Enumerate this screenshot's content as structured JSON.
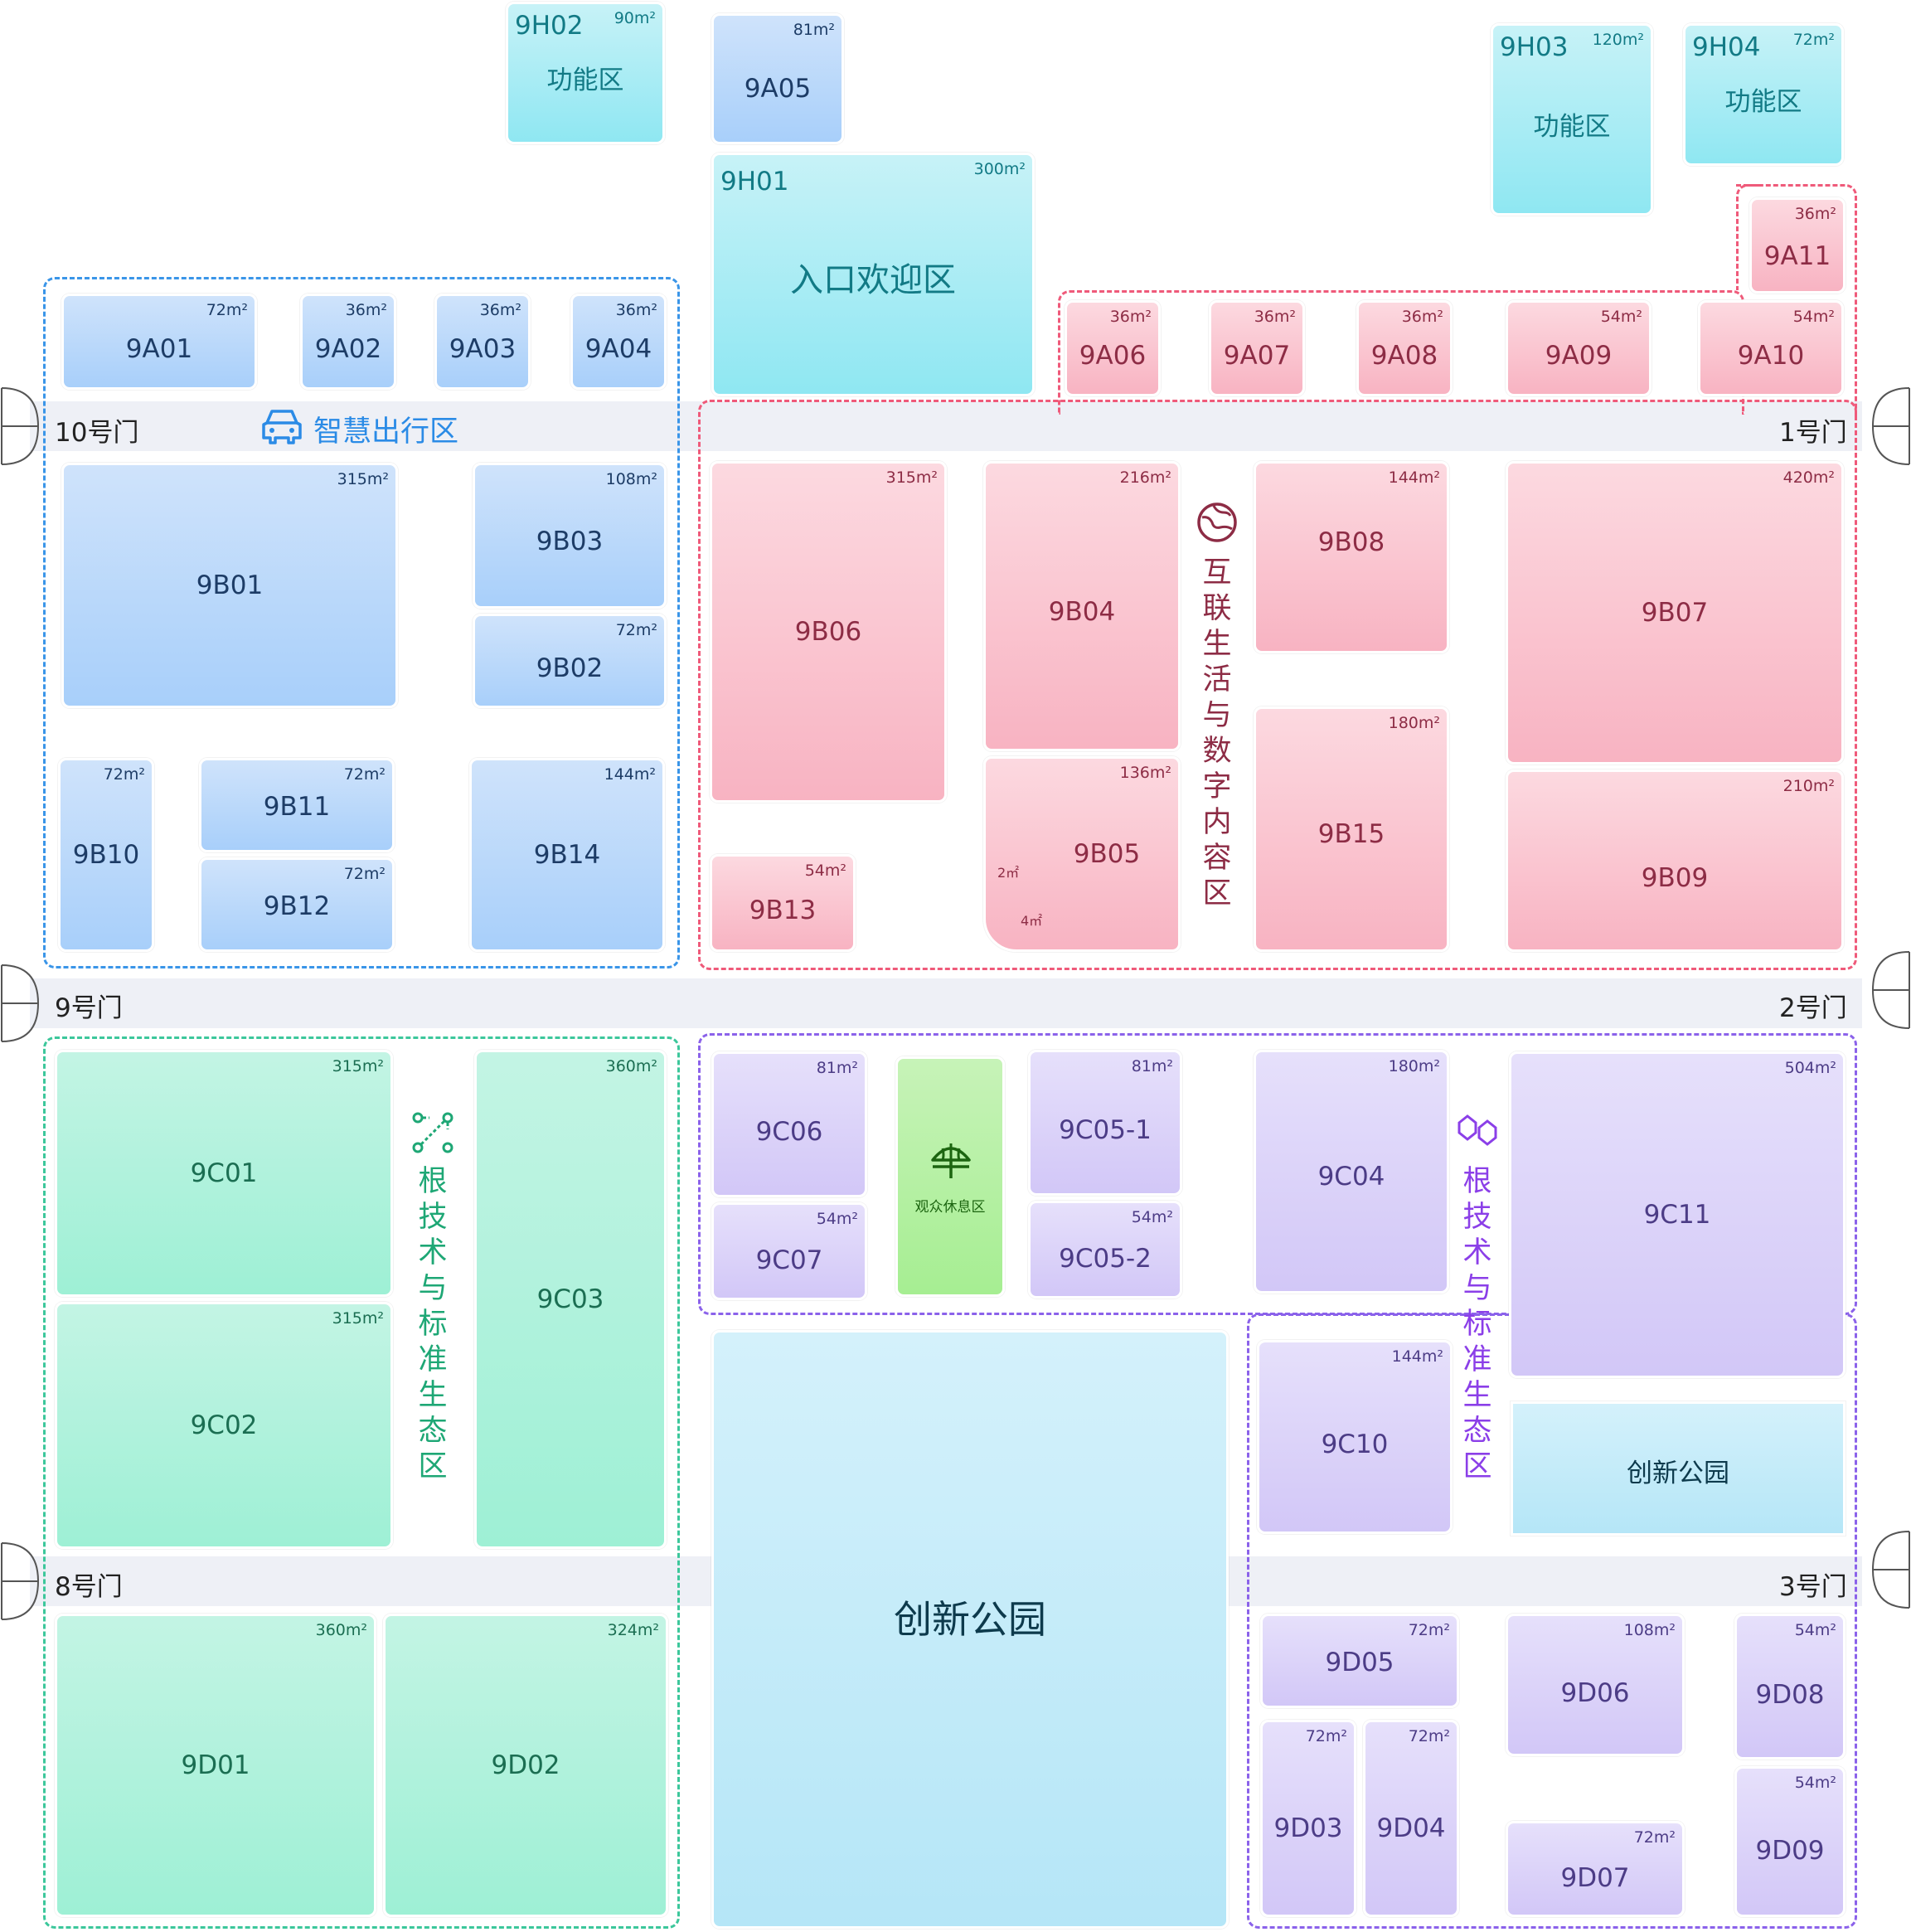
{
  "gates": {
    "g1": "1号门",
    "g2": "2号门",
    "g3": "3号门",
    "g8": "8号门",
    "g9": "9号门",
    "g10": "10号门"
  },
  "zones": {
    "smart_mobility": "智慧出行区",
    "digital_content": "互联生活与数字内容区",
    "root_tech_green": "根技术与标准生态区",
    "root_tech_purple": "根技术与标准生态区"
  },
  "colors": {
    "blue_zone": "#3a95e8",
    "pink_zone": "#ef5a7a",
    "green_zone": "#3cc79b",
    "purple_zone": "#8b62ea"
  },
  "booths": {
    "9H02": {
      "id": "9H02",
      "area": "90m²",
      "sub": "功能区"
    },
    "9A05": {
      "id": "9A05",
      "area": "81m²"
    },
    "9H03": {
      "id": "9H03",
      "area": "120m²",
      "sub": "功能区"
    },
    "9H04": {
      "id": "9H04",
      "area": "72m²",
      "sub": "功能区"
    },
    "9H01": {
      "id": "9H01",
      "area": "300m²",
      "sub": "入口欢迎区"
    },
    "9A11": {
      "id": "9A11",
      "area": "36m²"
    },
    "9A01": {
      "id": "9A01",
      "area": "72m²"
    },
    "9A02": {
      "id": "9A02",
      "area": "36m²"
    },
    "9A03": {
      "id": "9A03",
      "area": "36m²"
    },
    "9A04": {
      "id": "9A04",
      "area": "36m²"
    },
    "9A06": {
      "id": "9A06",
      "area": "36m²"
    },
    "9A07": {
      "id": "9A07",
      "area": "36m²"
    },
    "9A08": {
      "id": "9A08",
      "area": "36m²"
    },
    "9A09": {
      "id": "9A09",
      "area": "54m²"
    },
    "9A10": {
      "id": "9A10",
      "area": "54m²"
    },
    "9B01": {
      "id": "9B01",
      "area": "315m²"
    },
    "9B03": {
      "id": "9B03",
      "area": "108m²"
    },
    "9B02": {
      "id": "9B02",
      "area": "72m²"
    },
    "9B10": {
      "id": "9B10",
      "area": "72m²"
    },
    "9B11": {
      "id": "9B11",
      "area": "72m²"
    },
    "9B12": {
      "id": "9B12",
      "area": "72m²"
    },
    "9B14": {
      "id": "9B14",
      "area": "144m²"
    },
    "9B06": {
      "id": "9B06",
      "area": "315m²"
    },
    "9B04": {
      "id": "9B04",
      "area": "216m²"
    },
    "9B05": {
      "id": "9B05",
      "area": "136m²",
      "note_a": "2㎡",
      "note_b": "4㎡"
    },
    "9B08": {
      "id": "9B08",
      "area": "144m²"
    },
    "9B15": {
      "id": "9B15",
      "area": "180m²"
    },
    "9B07": {
      "id": "9B07",
      "area": "420m²"
    },
    "9B09": {
      "id": "9B09",
      "area": "210m²"
    },
    "9B13": {
      "id": "9B13",
      "area": "54m²"
    },
    "9C01": {
      "id": "9C01",
      "area": "315m²"
    },
    "9C02": {
      "id": "9C02",
      "area": "315m²"
    },
    "9C03": {
      "id": "9C03",
      "area": "360m²"
    },
    "9C06": {
      "id": "9C06",
      "area": "81m²"
    },
    "9C07": {
      "id": "9C07",
      "area": "54m²"
    },
    "lounge": {
      "sub": "观众休息区"
    },
    "9C05-1": {
      "id": "9C05-1",
      "area": "81m²"
    },
    "9C05-2": {
      "id": "9C05-2",
      "area": "54m²"
    },
    "9C04": {
      "id": "9C04",
      "area": "180m²"
    },
    "9C10": {
      "id": "9C10",
      "area": "144m²"
    },
    "9C11": {
      "id": "9C11",
      "area": "504m²"
    },
    "park_small": {
      "sub": "创新公园"
    },
    "park_big": {
      "sub": "创新公园"
    },
    "9D01": {
      "id": "9D01",
      "area": "360m²"
    },
    "9D02": {
      "id": "9D02",
      "area": "324m²"
    },
    "9D05": {
      "id": "9D05",
      "area": "72m²"
    },
    "9D06": {
      "id": "9D06",
      "area": "108m²"
    },
    "9D08": {
      "id": "9D08",
      "area": "54m²"
    },
    "9D03": {
      "id": "9D03",
      "area": "72m²"
    },
    "9D04": {
      "id": "9D04",
      "area": "72m²"
    },
    "9D07": {
      "id": "9D07",
      "area": "72m²"
    },
    "9D09": {
      "id": "9D09",
      "area": "54m²"
    }
  }
}
